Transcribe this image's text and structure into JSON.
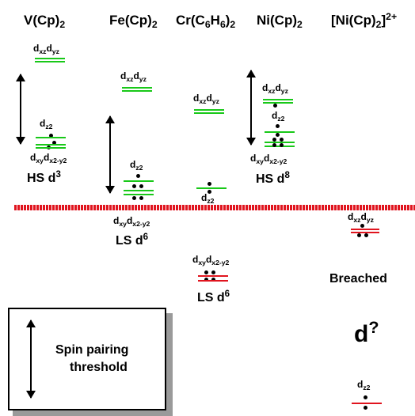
{
  "colors": {
    "green": "#18c818",
    "red": "#e0141e",
    "black": "#000000"
  },
  "titles": {
    "vcp2": {
      "base": "V(Cp)",
      "sub": "2"
    },
    "fecp2": {
      "base": "Fe(Cp)",
      "sub": "2"
    },
    "crbz2": {
      "a": "Cr(C",
      "s1": "6",
      "b": "H",
      "s2": "6",
      "c": ")",
      "s3": "2"
    },
    "nicp2": {
      "base": "Ni(Cp)",
      "sub": "2"
    },
    "nicp2_cation": {
      "base": "[Ni(Cp)",
      "sub": "2",
      "close": "]",
      "sup": "2+"
    }
  },
  "orbitals": {
    "d": "d",
    "xz": "xz",
    "yz": "yz",
    "z2": "z2",
    "xy": "xy",
    "x2y2": "x2-y2"
  },
  "states": {
    "v": {
      "spin": "HS d",
      "n": "3"
    },
    "fe": {
      "spin": "LS d",
      "n": "6"
    },
    "cr": {
      "spin": "LS d",
      "n": "6"
    },
    "ni": {
      "spin": "HS d",
      "n": "8"
    }
  },
  "breached": "Breached",
  "d_unknown": {
    "base": "d",
    "sup": "?"
  },
  "legend": {
    "line1": "Spin pairing",
    "line2": "threshold"
  }
}
